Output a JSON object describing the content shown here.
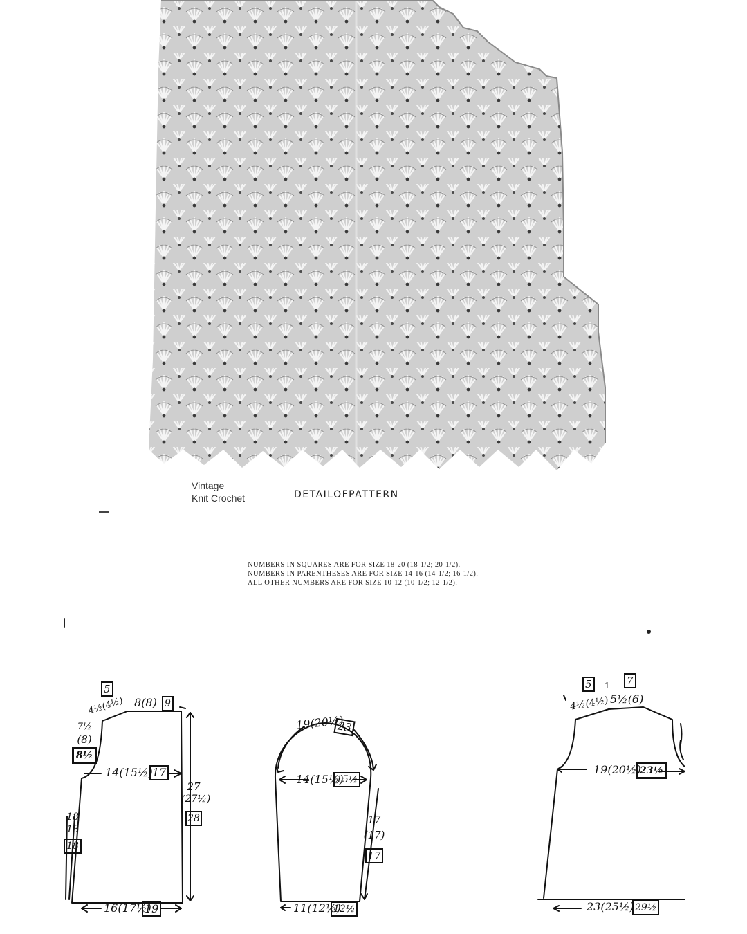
{
  "caption": {
    "brand_line1": "Vintage",
    "brand_line2": "Knit Crochet",
    "detail": "DETAILOFPATTERN"
  },
  "notes": [
    "NUMBERS IN SQUARES ARE FOR SIZE 18-20 (18-1/2; 20-1/2).",
    "NUMBERS IN PARENTHESES ARE FOR SIZE 14-16 (14-1/2; 16-1/2).",
    "ALL OTHER NUMBERS ARE FOR SIZE 10-12 (10-1/2; 12-1/2)."
  ],
  "back": {
    "shoulder_sq": "5",
    "shoulder": "4½(4½)",
    "neck": "8(8)",
    "neck_sq": "9",
    "armhole": "7½",
    "armhole_p": "(8)",
    "armhole_sq": "8½",
    "bust": "14(15½)",
    "bust_sq": "17",
    "length": "27",
    "length_p": "(27½)",
    "length_sq": "28",
    "side": "18",
    "side_p": "18",
    "side_sq": "18",
    "hem": "16(17½)",
    "hem_sq": "19"
  },
  "sleeve": {
    "cap": "19(20½)",
    "cap_sq": "23",
    "upper": "14(15½)",
    "upper_sq": "15½",
    "length": "17",
    "length_p": "(17)",
    "length_sq": "17",
    "cuff": "11(12½)",
    "cuff_sq": "12½"
  },
  "front": {
    "shoulder_sq": "5",
    "tick": "1",
    "neck_sq": "7",
    "shoulder": "4½(4½)",
    "neck": "5½(6)",
    "bust": "19(20½)",
    "bust_sq": "23½",
    "hem": "23(25½)",
    "hem_sq": "29½"
  }
}
